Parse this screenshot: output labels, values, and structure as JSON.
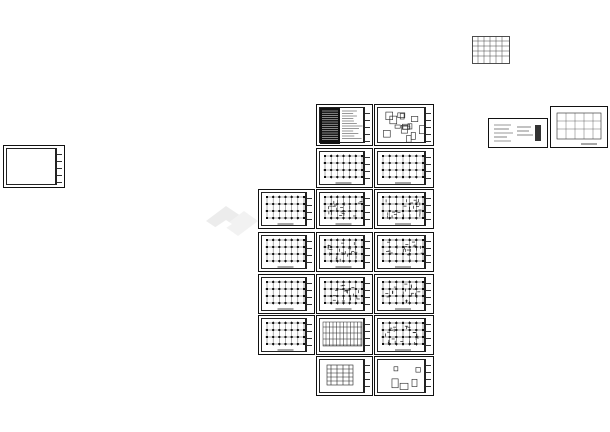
{
  "app": {
    "title": ""
  },
  "colors": {
    "background": "#ffffff",
    "ink": "#111111",
    "watermark": "#9a9a9a"
  },
  "icons": {
    "watermark": "watermark-logo-icon"
  },
  "drawing_set": {
    "sheets": [
      {
        "id": "left-isolated-sheet",
        "kind": "blank-frame"
      },
      {
        "id": "small-grid-table",
        "kind": "grid-table"
      },
      {
        "id": "notes-sheet-a",
        "kind": "notes"
      },
      {
        "id": "notes-sheet-b",
        "kind": "details"
      },
      {
        "id": "right-notes-sheet",
        "kind": "notes-small"
      },
      {
        "id": "right-plan-sheet",
        "kind": "plan"
      },
      {
        "id": "col-mid-row1",
        "kind": "plan"
      },
      {
        "id": "col-right-row1",
        "kind": "plan"
      },
      {
        "id": "col-left-row2",
        "kind": "plan"
      },
      {
        "id": "col-mid-row2",
        "kind": "plan-dense"
      },
      {
        "id": "col-right-row2",
        "kind": "plan-dense"
      },
      {
        "id": "col-left-row3",
        "kind": "plan"
      },
      {
        "id": "col-mid-row3",
        "kind": "plan-dense"
      },
      {
        "id": "col-right-row3",
        "kind": "plan-dense"
      },
      {
        "id": "col-left-row4",
        "kind": "plan"
      },
      {
        "id": "col-mid-row4",
        "kind": "plan-dense"
      },
      {
        "id": "col-right-row4",
        "kind": "plan-dense"
      },
      {
        "id": "col-left-row5",
        "kind": "plan"
      },
      {
        "id": "col-mid-row5",
        "kind": "elevation"
      },
      {
        "id": "col-right-row5",
        "kind": "plan-dense"
      },
      {
        "id": "col-mid-row6",
        "kind": "section"
      },
      {
        "id": "col-right-row6",
        "kind": "details-sparse"
      }
    ]
  }
}
